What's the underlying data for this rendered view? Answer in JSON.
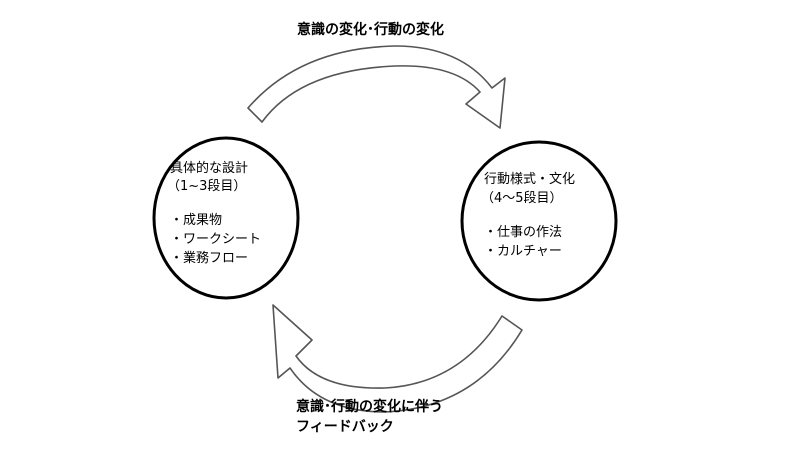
{
  "top_arrow": {
    "label": "意識の変化･行動の変化"
  },
  "bottom_arrow": {
    "label_line1": "意識･行動の変化に伴う",
    "label_line2": "フィードバック"
  },
  "left_circle": {
    "title": "具体的な設計",
    "subtitle": "（1~3段目）",
    "items": [
      "・成果物",
      "・ワークシート",
      "・業務フロー"
    ]
  },
  "right_circle": {
    "title": "行動様式・文化",
    "subtitle": "（4～5段目）",
    "items": [
      "・仕事の作法",
      "・カルチャー"
    ]
  },
  "colors": {
    "stroke": "#000000",
    "arrow_stroke": "#555555",
    "arrow_fill": "#ffffff"
  }
}
